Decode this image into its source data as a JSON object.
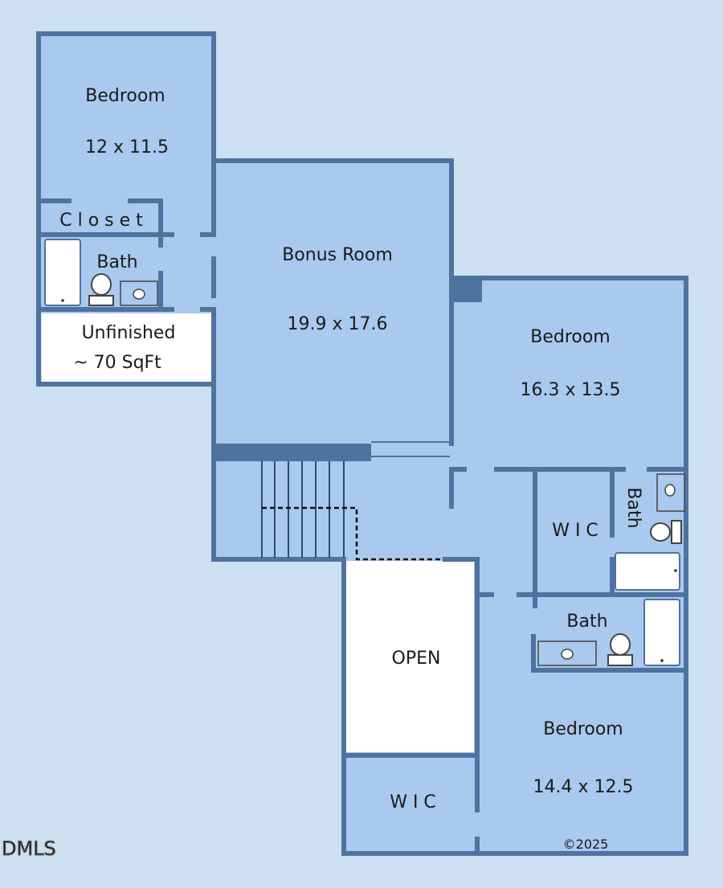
{
  "rooms": {
    "bedroom_nw": {
      "name": "Bedroom",
      "dims": "12 x 11.5"
    },
    "closet": {
      "name": "C l o s e t"
    },
    "bath_nw": {
      "name": "Bath"
    },
    "unfinished": {
      "name": "Unfinished",
      "area": "~ 70 SqFt"
    },
    "bonus": {
      "name": "Bonus Room",
      "dims": "19.9 x 17.6"
    },
    "bedroom_e": {
      "name": "Bedroom",
      "dims": "16.3 x 13.5"
    },
    "wic_e": {
      "name": "W I C"
    },
    "bath_e": {
      "name": "Bath"
    },
    "bath_se": {
      "name": "Bath"
    },
    "open": {
      "name": "OPEN"
    },
    "bedroom_se": {
      "name": "Bedroom",
      "dims": "14.4 x 12.5"
    },
    "wic_s": {
      "name": "W I C"
    }
  },
  "copyright": "©2025",
  "watermark": "DMLS",
  "colors": {
    "background": "#cde0f2",
    "room": "#a9c9ee",
    "wall": "#4f73a0",
    "unfinished": "#ffffff",
    "fixture": "#ffffff"
  }
}
